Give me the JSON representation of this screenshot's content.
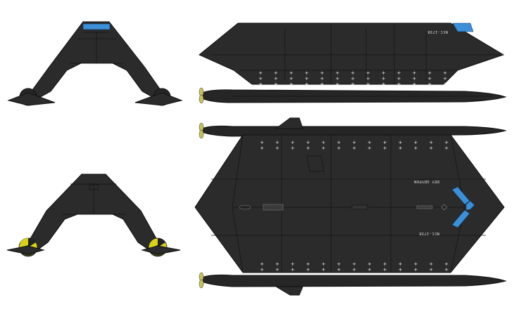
{
  "colors": {
    "hull": "#2b2b2b",
    "panel_lines": "#151515",
    "window": "#3d8fd6",
    "radiation": "#d7d21a",
    "markings": "#e8e8e8"
  },
  "side_view": {
    "registry": "NCC-1738",
    "crosses": 13
  },
  "top_view": {
    "ship_name": "DEY GRYPON",
    "registry": "NCC-1738",
    "crosses_top_row": 13,
    "crosses_bottom_row": 13
  },
  "front_view": {
    "icon": "front-view-icon"
  },
  "rear_view": {
    "icon": "rear-view-radiation-icon"
  }
}
